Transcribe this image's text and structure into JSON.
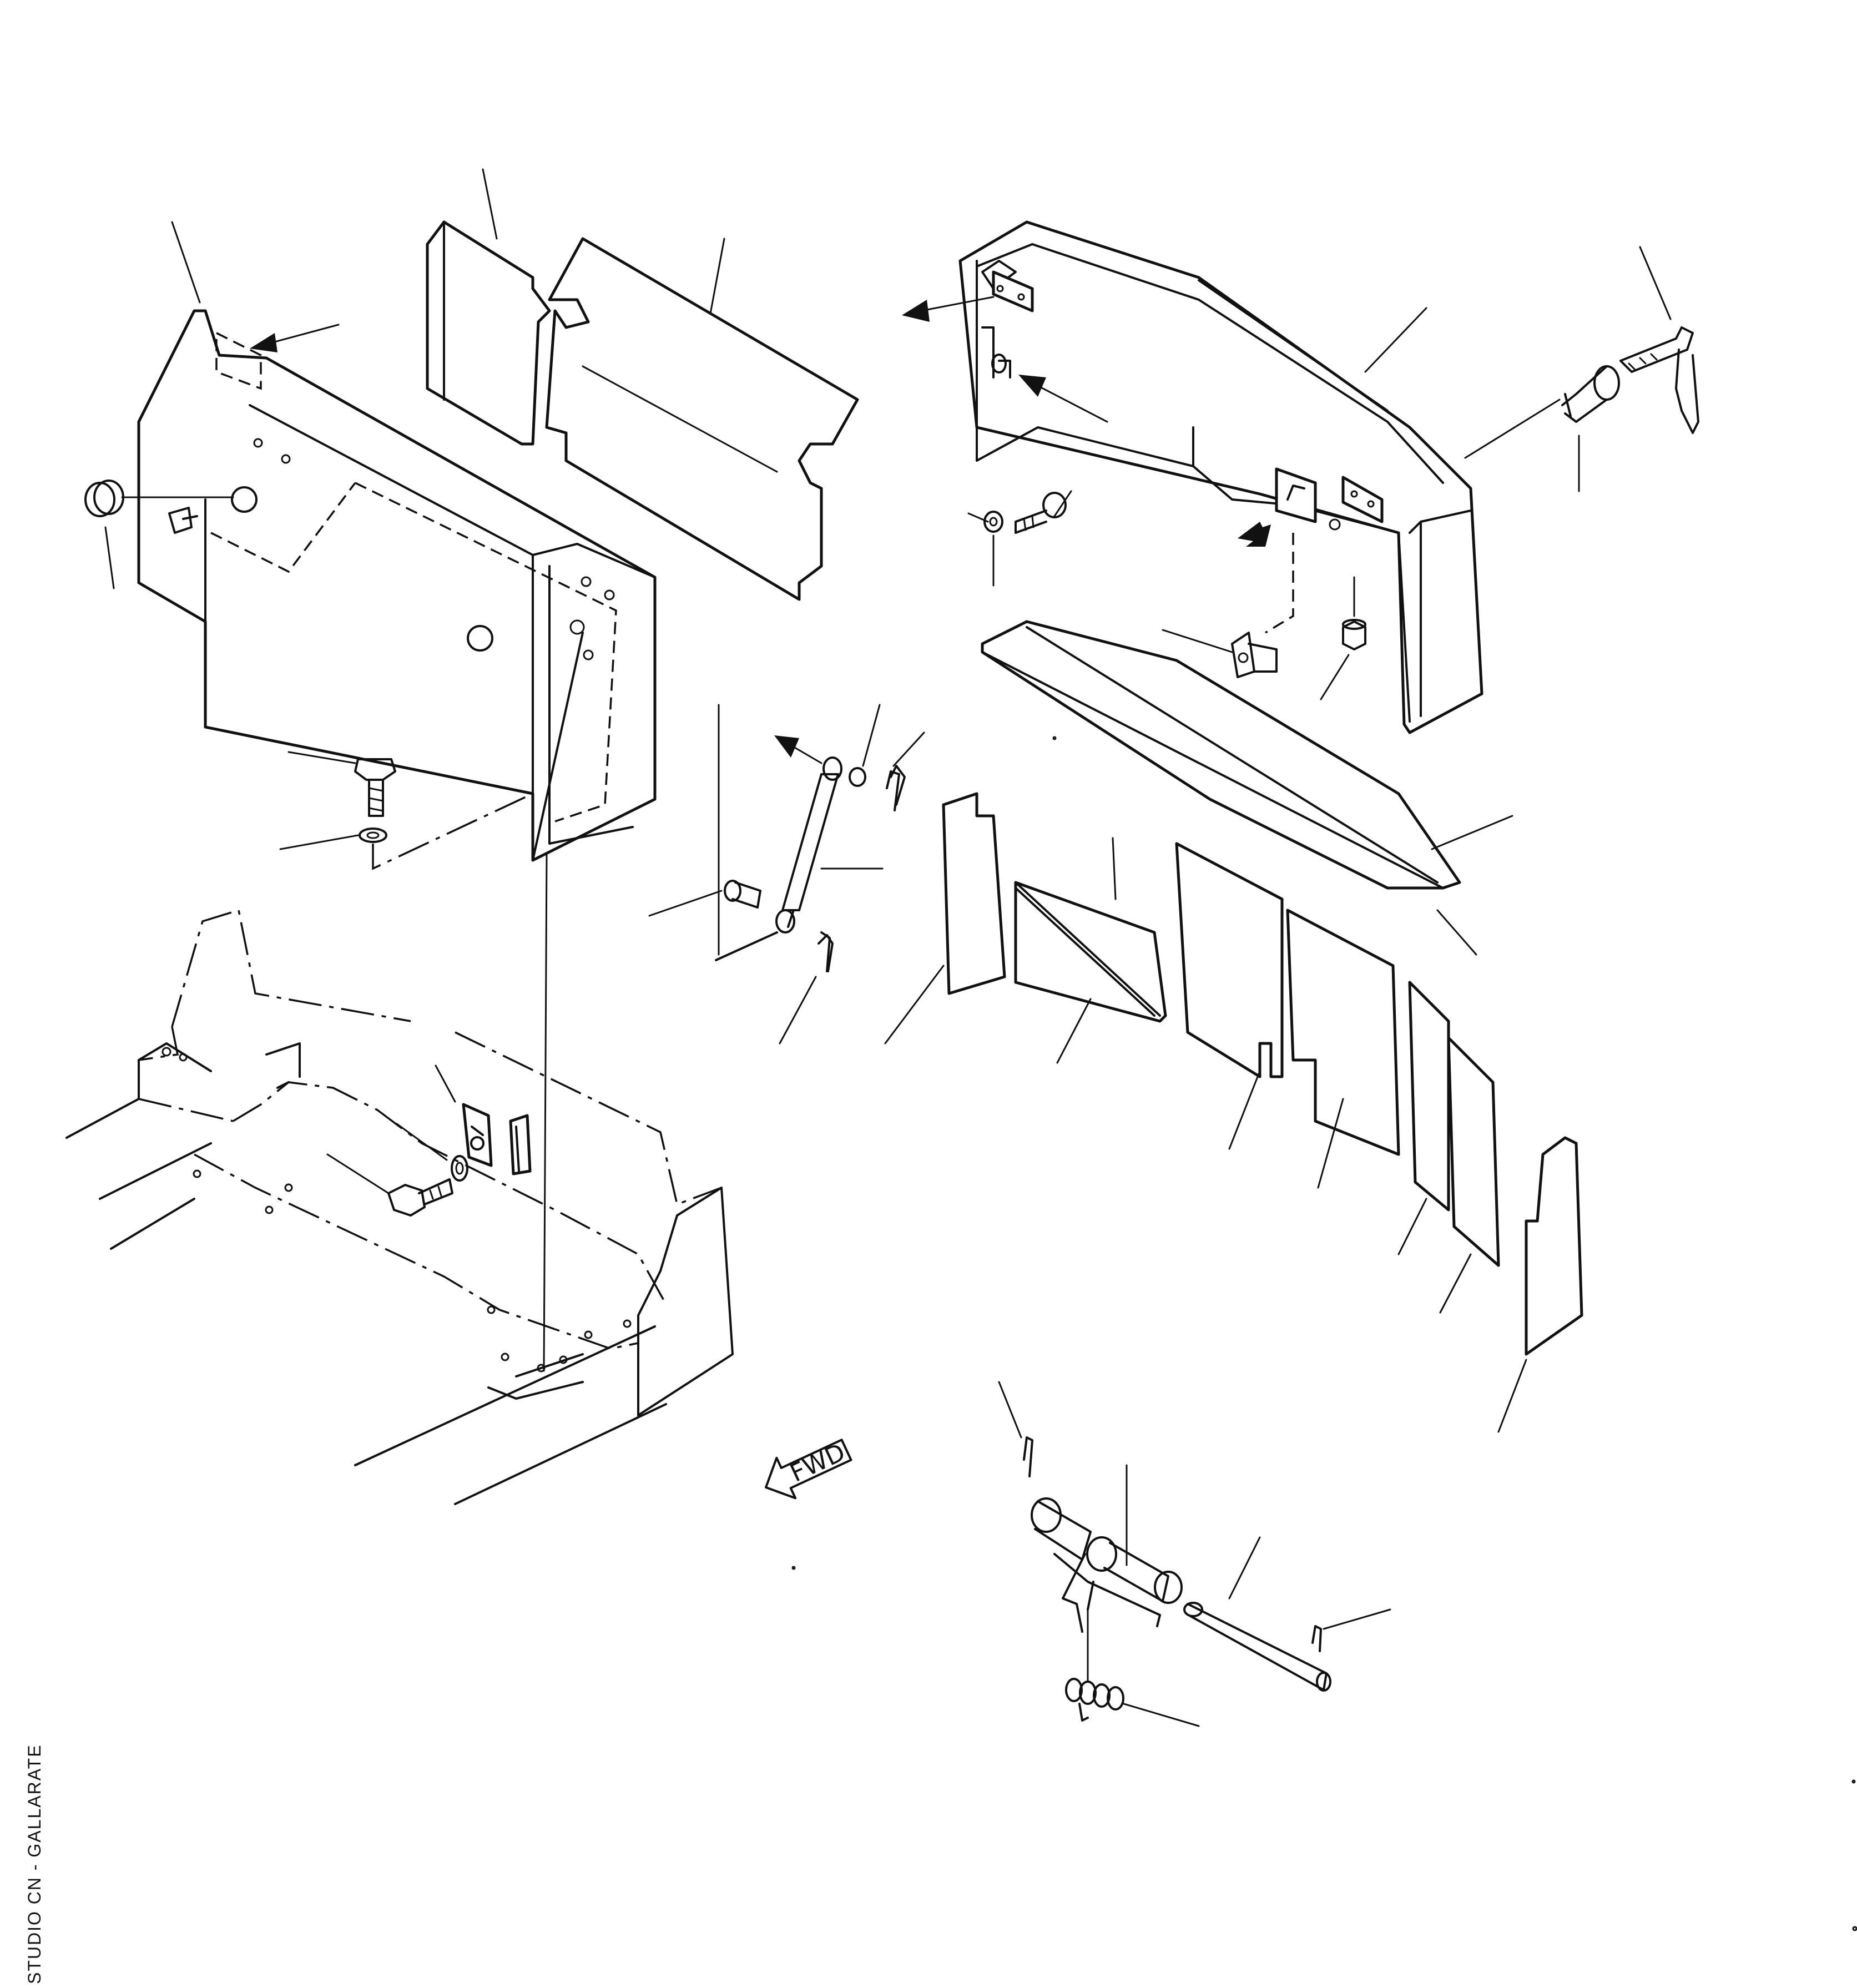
{
  "diagram": {
    "type": "exploded-parts-view",
    "direction_marker": {
      "label": "FWD",
      "icon": "forward-arrow-icon"
    },
    "credit_text": "STUDIO CN  -  GALLARATE"
  }
}
